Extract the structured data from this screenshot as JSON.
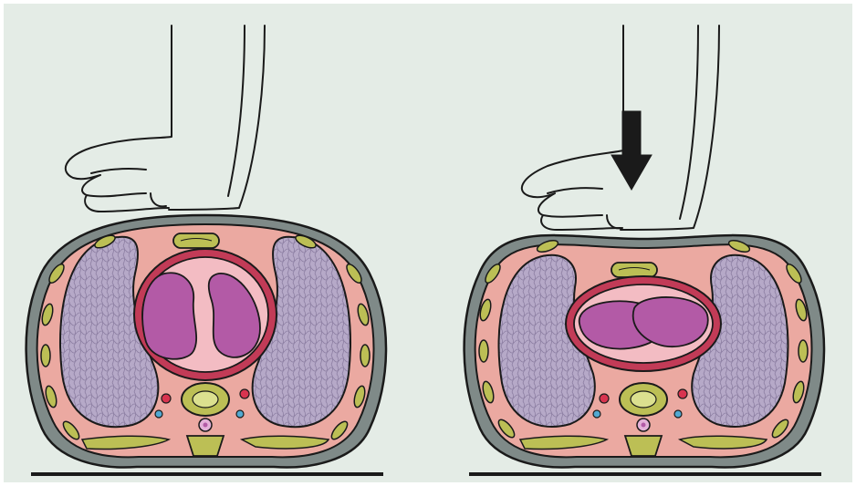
{
  "figure": {
    "panels": [
      {
        "id": "before-compression",
        "state": "hands resting on chest",
        "arrow": false
      },
      {
        "id": "during-compression",
        "state": "chest compressed",
        "arrow": true
      }
    ],
    "colors": {
      "background": "#e4ece6",
      "frame": "#ffffff",
      "outline": "#1a1a1a",
      "skin": "#7f8a88",
      "tissue": "#eba9a1",
      "lung": "#b6a9c8",
      "lung_cells": "#8c7ea2",
      "pericardium": "#c23b57",
      "pericardium_inner": "#f3bcc3",
      "heart": "#b35aa6",
      "bone": "#bcbf55",
      "bone_marrow": "#dbe08f",
      "spinal_cord": "#e4b1d9",
      "artery": "#d8344f",
      "vein": "#52a9d2",
      "ground": "#1a1a1a",
      "arrow": "#1a1a1a"
    },
    "icons": {
      "hands": "hands-icon",
      "arrow": "arrow-down-icon"
    }
  }
}
